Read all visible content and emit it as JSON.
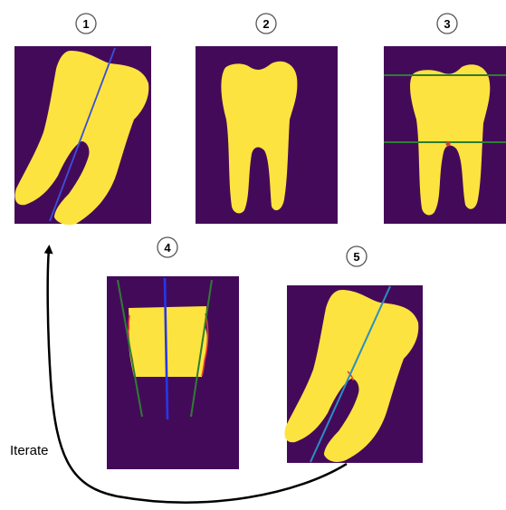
{
  "colors": {
    "background": "#ffffff",
    "panel": "#440a5a",
    "tooth": "#fde33f",
    "axis_blue": "#3b4fd8",
    "axis_teal": "#2a8fc0",
    "guide_green": "#2e7d32",
    "contour_red": "#e53935",
    "arrow": "#000000"
  },
  "steps": [
    {
      "number": "1"
    },
    {
      "number": "2"
    },
    {
      "number": "3"
    },
    {
      "number": "4"
    },
    {
      "number": "5"
    }
  ],
  "loop_label": "Iterate"
}
